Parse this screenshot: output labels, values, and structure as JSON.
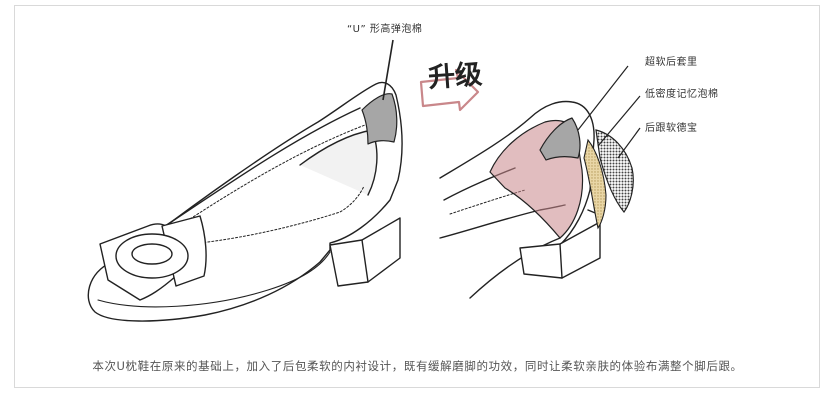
{
  "labels": {
    "u_foam": "“U” 形高弹泡棉",
    "upgrade": "升级",
    "super_soft_lining": "超软后套里",
    "low_density_foam": "低密度记忆泡棉",
    "heel_pad": "后跟软德宝"
  },
  "caption": "本次U枕鞋在原来的基础上，加入了后包柔软的内衬设计，既有缓解磨脚的功效，同时让柔软亲肤的体验布满整个脚后跟。",
  "colors": {
    "lining_fill": "#c9878a",
    "foam_fill": "#d8c08a",
    "pad_fill": "#6a6a6a",
    "arrow_stroke": "#c9878a",
    "u_band": "#a6a6a6"
  }
}
